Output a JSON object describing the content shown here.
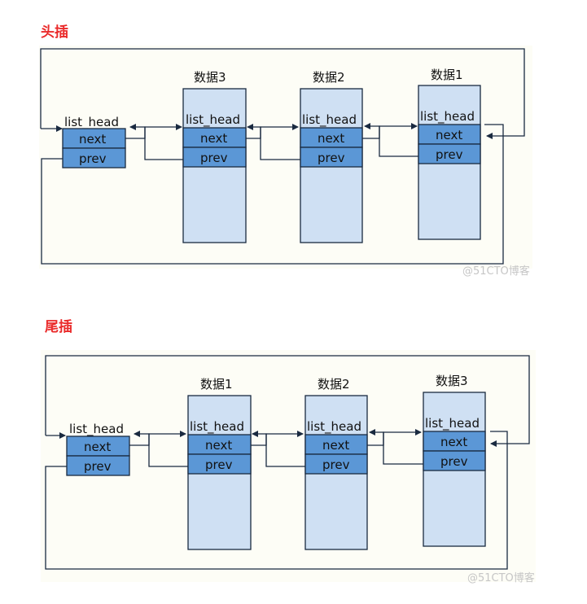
{
  "sections": [
    {
      "title": "头插",
      "head": {
        "label": "list_head",
        "next": "next",
        "prev": "prev"
      },
      "nodes": [
        {
          "name": "数据3",
          "label": "list_head",
          "next": "next",
          "prev": "prev"
        },
        {
          "name": "数据2",
          "label": "list_head",
          "next": "next",
          "prev": "prev"
        },
        {
          "name": "数据1",
          "label": "list_head",
          "next": "next",
          "prev": "prev"
        }
      ],
      "watermark": "@51CTO博客"
    },
    {
      "title": "尾插",
      "head": {
        "label": "list_head",
        "next": "next",
        "prev": "prev"
      },
      "nodes": [
        {
          "name": "数据1",
          "label": "list_head",
          "next": "next",
          "prev": "prev"
        },
        {
          "name": "数据2",
          "label": "list_head",
          "next": "next",
          "prev": "prev"
        },
        {
          "name": "数据3",
          "label": "list_head",
          "next": "next",
          "prev": "prev"
        }
      ],
      "watermark": "@51CTO博客"
    }
  ],
  "colors": {
    "node_fill": "#cfe0f3",
    "field_fill": "#5b97d6",
    "title_red": "#ea2a2a",
    "line": "#1a2a40"
  }
}
